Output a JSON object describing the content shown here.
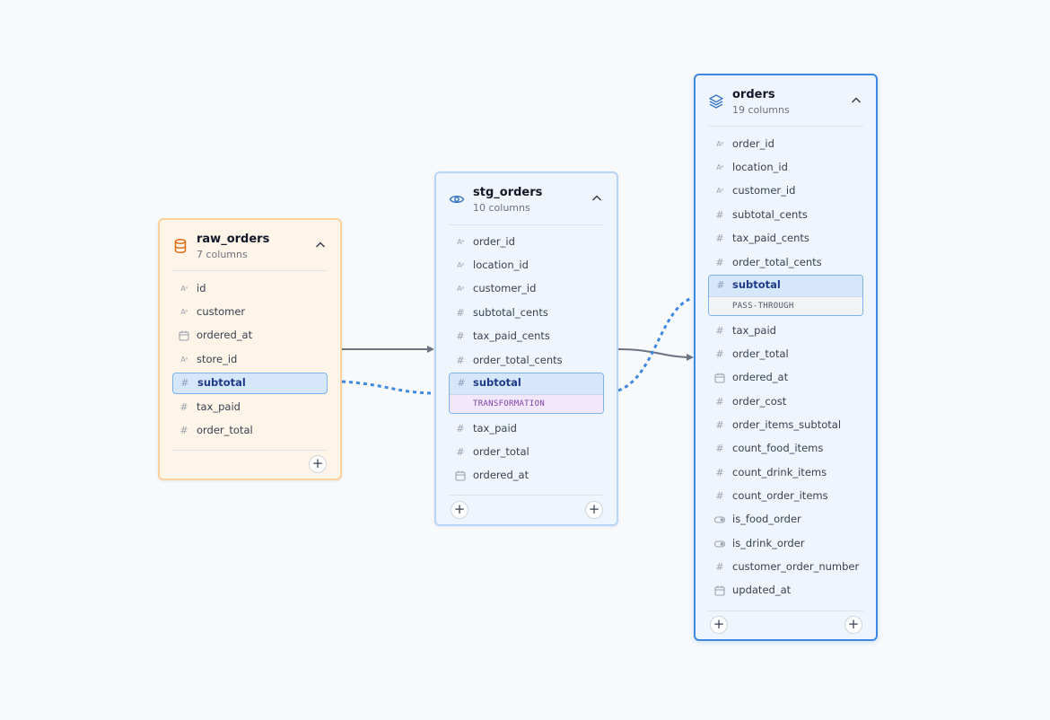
{
  "colors": {
    "source": "#fcd19c",
    "staging": "#b5d6f6",
    "model_selected": "#3d88e0",
    "edge": "#6b7280",
    "lineage_edge": "#3d88e0"
  },
  "nodes": {
    "raw_orders": {
      "name": "raw_orders",
      "subtitle": "7 columns",
      "icon": "database-icon",
      "columns": [
        {
          "name": "id",
          "type_icon": "text-type-icon"
        },
        {
          "name": "customer",
          "type_icon": "text-type-icon"
        },
        {
          "name": "ordered_at",
          "type_icon": "calendar-type-icon"
        },
        {
          "name": "store_id",
          "type_icon": "text-type-icon"
        },
        {
          "name": "subtotal",
          "type_icon": "number-type-icon",
          "selected": true
        },
        {
          "name": "tax_paid",
          "type_icon": "number-type-icon"
        },
        {
          "name": "order_total",
          "type_icon": "number-type-icon"
        }
      ],
      "add_button": "+"
    },
    "stg_orders": {
      "name": "stg_orders",
      "subtitle": "10 columns",
      "icon": "eye-icon",
      "columns": [
        {
          "name": "order_id",
          "type_icon": "text-type-icon"
        },
        {
          "name": "location_id",
          "type_icon": "text-type-icon"
        },
        {
          "name": "customer_id",
          "type_icon": "text-type-icon"
        },
        {
          "name": "subtotal_cents",
          "type_icon": "number-type-icon"
        },
        {
          "name": "tax_paid_cents",
          "type_icon": "number-type-icon"
        },
        {
          "name": "order_total_cents",
          "type_icon": "number-type-icon"
        },
        {
          "name": "subtotal",
          "type_icon": "number-type-icon",
          "selected": true,
          "lineage_tag": "TRANSFORMATION"
        },
        {
          "name": "tax_paid",
          "type_icon": "number-type-icon"
        },
        {
          "name": "order_total",
          "type_icon": "number-type-icon"
        },
        {
          "name": "ordered_at",
          "type_icon": "calendar-type-icon"
        }
      ],
      "add_left": "+",
      "add_right": "+"
    },
    "orders": {
      "name": "orders",
      "subtitle": "19 columns",
      "icon": "layers-icon",
      "columns": [
        {
          "name": "order_id",
          "type_icon": "text-type-icon"
        },
        {
          "name": "location_id",
          "type_icon": "text-type-icon"
        },
        {
          "name": "customer_id",
          "type_icon": "text-type-icon"
        },
        {
          "name": "subtotal_cents",
          "type_icon": "number-type-icon"
        },
        {
          "name": "tax_paid_cents",
          "type_icon": "number-type-icon"
        },
        {
          "name": "order_total_cents",
          "type_icon": "number-type-icon"
        },
        {
          "name": "subtotal",
          "type_icon": "number-type-icon",
          "selected": true,
          "lineage_tag": "PASS-THROUGH"
        },
        {
          "name": "tax_paid",
          "type_icon": "number-type-icon"
        },
        {
          "name": "order_total",
          "type_icon": "number-type-icon"
        },
        {
          "name": "ordered_at",
          "type_icon": "calendar-type-icon"
        },
        {
          "name": "order_cost",
          "type_icon": "number-type-icon"
        },
        {
          "name": "order_items_subtotal",
          "type_icon": "number-type-icon"
        },
        {
          "name": "count_food_items",
          "type_icon": "number-type-icon"
        },
        {
          "name": "count_drink_items",
          "type_icon": "number-type-icon"
        },
        {
          "name": "count_order_items",
          "type_icon": "number-type-icon"
        },
        {
          "name": "is_food_order",
          "type_icon": "boolean-type-icon"
        },
        {
          "name": "is_drink_order",
          "type_icon": "boolean-type-icon"
        },
        {
          "name": "customer_order_number",
          "type_icon": "number-type-icon"
        },
        {
          "name": "updated_at",
          "type_icon": "calendar-type-icon"
        }
      ],
      "add_left": "+",
      "add_right": "+"
    }
  }
}
